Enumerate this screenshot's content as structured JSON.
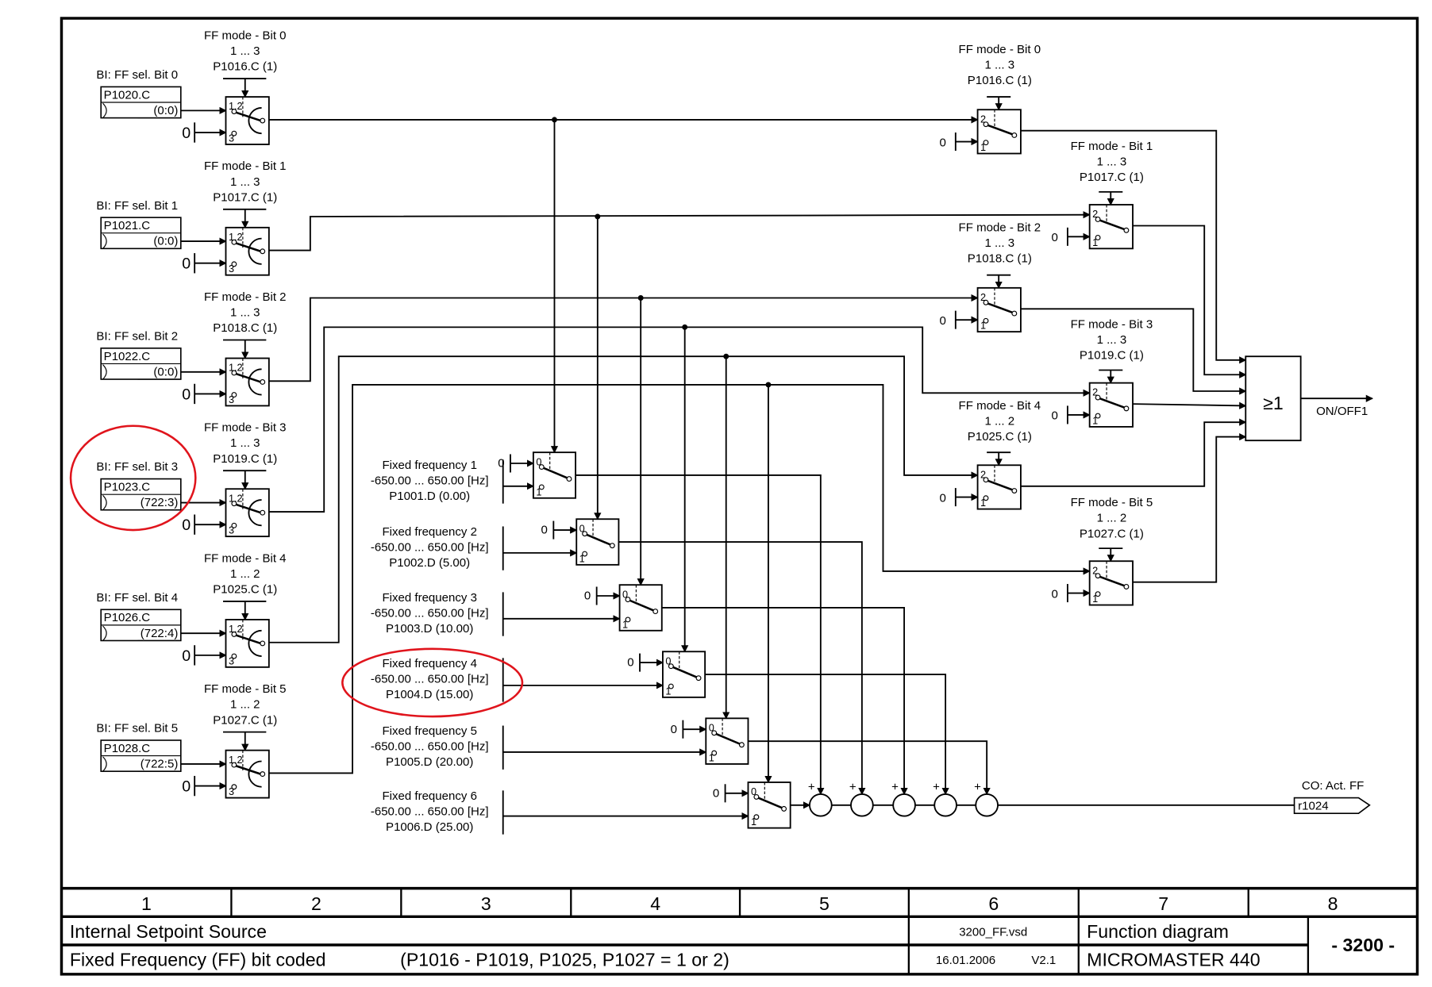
{
  "left_blocks": [
    {
      "mode_label": "FF mode - Bit 0",
      "range": "1 ... 3",
      "mode_param": "P1016.C (1)",
      "bi_label": "BI: FF sel. Bit 0",
      "bi_param": "P1020.C",
      "bi_value": "(0:0)",
      "zero": "0"
    },
    {
      "mode_label": "FF mode - Bit 1",
      "range": "1 ... 3",
      "mode_param": "P1017.C (1)",
      "bi_label": "BI: FF sel. Bit 1",
      "bi_param": "P1021.C",
      "bi_value": "(0:0)",
      "zero": "0"
    },
    {
      "mode_label": "FF mode - Bit 2",
      "range": "1 ... 3",
      "mode_param": "P1018.C (1)",
      "bi_label": "BI: FF sel. Bit 2",
      "bi_param": "P1022.C",
      "bi_value": "(0:0)",
      "zero": "0"
    },
    {
      "mode_label": "FF mode - Bit 3",
      "range": "1 ... 3",
      "mode_param": "P1019.C (1)",
      "bi_label": "BI: FF sel. Bit 3",
      "bi_param": "P1023.C",
      "bi_value": "(722:3)",
      "zero": "0"
    },
    {
      "mode_label": "FF mode - Bit 4",
      "range": "1 ... 2",
      "mode_param": "P1025.C (1)",
      "bi_label": "BI: FF sel. Bit 4",
      "bi_param": "P1026.C",
      "bi_value": "(722:4)",
      "zero": "0"
    },
    {
      "mode_label": "FF mode - Bit 5",
      "range": "1 ... 2",
      "mode_param": "P1027.C (1)",
      "bi_label": "BI: FF sel. Bit 5",
      "bi_param": "P1028.C",
      "bi_value": "(722:5)",
      "zero": "0"
    }
  ],
  "right_blocks": [
    {
      "mode_label": "FF mode - Bit 0",
      "range": "1 ... 3",
      "mode_param": "P1016.C (1)",
      "zero": "0"
    },
    {
      "mode_label": "FF mode - Bit 1",
      "range": "1 ... 3",
      "mode_param": "P1017.C (1)",
      "zero": "0"
    },
    {
      "mode_label": "FF mode - Bit 2",
      "range": "1 ... 3",
      "mode_param": "P1018.C (1)",
      "zero": "0"
    },
    {
      "mode_label": "FF mode - Bit 3",
      "range": "1 ... 3",
      "mode_param": "P1019.C (1)",
      "zero": "0"
    },
    {
      "mode_label": "FF mode - Bit 4",
      "range": "1 ... 2",
      "mode_param": "P1025.C (1)",
      "zero": "0"
    },
    {
      "mode_label": "FF mode - Bit 5",
      "range": "1 ... 2",
      "mode_param": "P1027.C (1)",
      "zero": "0"
    }
  ],
  "fixed_frequencies": [
    {
      "label": "Fixed frequency 1",
      "range": "-650.00 ... 650.00  [Hz]",
      "param": "P1001.D (0.00)",
      "zero": "0"
    },
    {
      "label": "Fixed frequency 2",
      "range": "-650.00 ... 650.00  [Hz]",
      "param": "P1002.D (5.00)",
      "zero": "0"
    },
    {
      "label": "Fixed frequency 3",
      "range": "-650.00 ... 650.00  [Hz]",
      "param": "P1003.D (10.00)",
      "zero": "0"
    },
    {
      "label": "Fixed frequency 4",
      "range": "-650.00 ... 650.00  [Hz]",
      "param": "P1004.D (15.00)",
      "zero": "0"
    },
    {
      "label": "Fixed frequency 5",
      "range": "-650.00 ... 650.00  [Hz]",
      "param": "P1005.D (20.00)",
      "zero": "0"
    },
    {
      "label": "Fixed frequency 6",
      "range": "-650.00 ... 650.00  [Hz]",
      "param": "P1006.D (25.00)",
      "zero": "0"
    }
  ],
  "or_gate": {
    "symbol": "≥1",
    "output_label": "ON/OFF1"
  },
  "output": {
    "label": "CO: Act. FF",
    "param": "r1024"
  },
  "switch_labels": {
    "in12": "1,2",
    "in3": "3",
    "in2": "2",
    "in1": "1",
    "in0": "0",
    "plus": "+"
  },
  "title_block": {
    "columns": [
      "1",
      "2",
      "3",
      "4",
      "5",
      "6",
      "7",
      "8"
    ],
    "title": "Internal Setpoint Source",
    "subtitle": "Fixed Frequency (FF) bit coded",
    "condition": "(P1016 - P1019, P1025, P1027 = 1 or 2)",
    "file": "3200_FF.vsd",
    "date": "16.01.2006",
    "version": "V2.1",
    "doc_type": "Function diagram",
    "product": "MICROMASTER 440",
    "page": "- 3200 -"
  },
  "colors": {
    "highlight": "#e0141c",
    "line": "#000000"
  }
}
